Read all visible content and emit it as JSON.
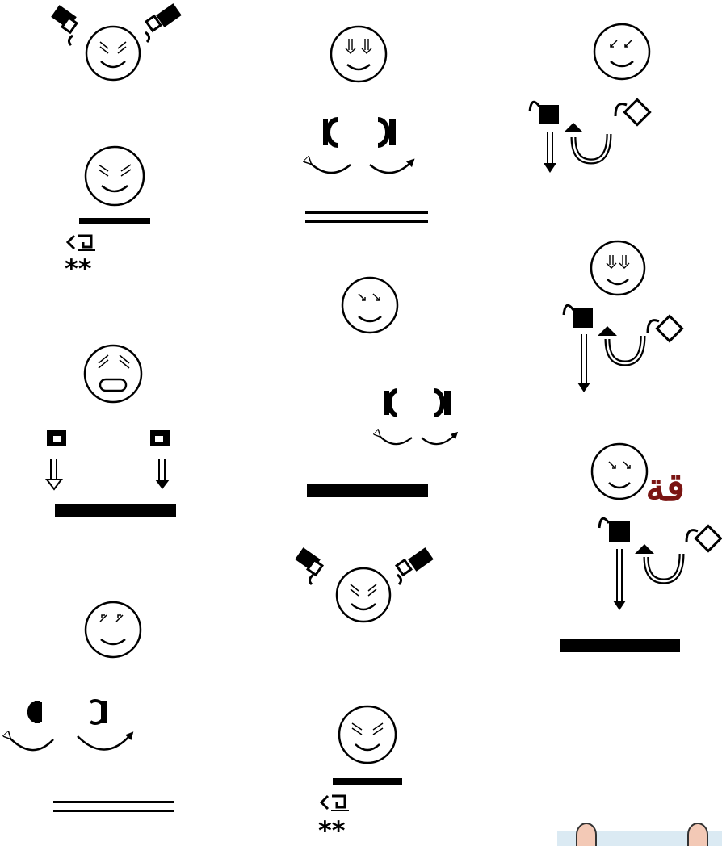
{
  "page": {
    "background": "#ffffff",
    "ink_color": "#000000",
    "accent_text_color": "#7a1412"
  },
  "notation": {
    "kind": "SignWriting sign sequence",
    "columns": 3
  },
  "labels": {
    "arabic_fragment": "قة",
    "asterisks": "**"
  },
  "icons": [
    "face-icon",
    "flat-hand-icon",
    "c-hand-icon",
    "fist-hand-icon",
    "arrow-icon",
    "curved-arrow-icon",
    "contact-star-icon",
    "divider-line"
  ]
}
